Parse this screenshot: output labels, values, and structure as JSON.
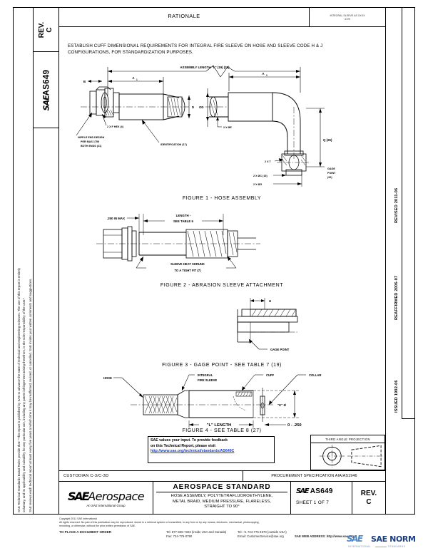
{
  "document": {
    "rev_label": "REV.",
    "rev_value": "C",
    "sidebar_mark": "SAE",
    "sidebar_number": "AS649",
    "rationale_header": "RATIONALE",
    "header_cell_line1": "INTEGRAL SLEEVE AS XXXX",
    "header_cell_line2": "4729",
    "rationale_text": "ESTABLISH CUFF DIMENSIONAL REQUIREMENTS FOR INTEGRAL FIRE SLEEVE ON HOSE AND SLEEVE CODE H & J CONFIGURATIONS, FOR STANDARDIZATION PURPOSES."
  },
  "left_margin": {
    "line1": "SAE Technical Standards Board Rules provide that: \"This report is published by SAE to advance the state of technical and engineering sciences. The use of this report is entirely",
    "line2": "voluntary, and its applicability and suitability for any particular use, including any patent infringement arising therefrom, is the sole responsibility of the user.\"",
    "line3": "SAE reviews each technical report at least every five years at which time it may be reaffirmed, revised, or cancelled. SAE invites your written comments and suggestions."
  },
  "right_margin": {
    "revised": "REVISED 2011-06",
    "reaffirmed": "REAFFIRMED 2006-07",
    "issued": "ISSUED 1992-06"
  },
  "figure1": {
    "caption": "FIGURE 1 - HOSE ASSEMBLY",
    "dim_assembly": "ASSEMBLY LENGTH  \"L\"  (19) (20)",
    "dim_a1": "A",
    "dim_a1_sub": "1",
    "dim_a2": "A",
    "dim_a2_sub": "2",
    "dim_d": "D",
    "dim_od": "OD",
    "dim_q": "Q  (26)",
    "label_2xf": "2 X F HEX (4)",
    "label_nipple": "NIPPLE END DESIGN",
    "label_nipple2": "PER MAS 1759",
    "label_nipple3": "BOTH ENDS  (21)",
    "label_ident": "IDENTIFICATION (17)",
    "label_2xe": "2 X ØE",
    "label_2xt": "2 X T",
    "label_2xc": "2 X ØC  (15)",
    "label_2xg": "2 X ØG",
    "label_gage1": "GAGE",
    "label_gage2": "POINT",
    "label_gage3": "(26)"
  },
  "figure2": {
    "caption": "FIGURE 2 - ABRASION SLEEVE ATTACHMENT",
    "dim_max": ".250 IN MAX",
    "dim_length1": "LENGTH -",
    "dim_length2": "SEE TABLE 6",
    "note1": "SLEEVE HEAT SHRUNK",
    "note2": "TO A TIGHT FIT  (7)"
  },
  "figure3": {
    "caption": "FIGURE 3 - GAGE POINT - SEE TABLE 7 (19)",
    "dim_h": "H",
    "label_gage": "GAGE POINT"
  },
  "figure4": {
    "caption": "FIGURE 4 - SEE TABLE 8 (27)",
    "label_hose": "HOSE",
    "label_sleeve1": "INTEGRAL",
    "label_sleeve2": "FIRE SLEEVE",
    "label_cuff": "CUFF",
    "label_collar": "COLLAR",
    "dim_k": "\"K\" Ø",
    "dim_l": "\"L\" LENGTH",
    "dim_0250": "0 - .250"
  },
  "feedback": {
    "line1": "SAE values your input. To provide feedback",
    "line2": "on this Technical Report, please visit",
    "url": "http://www.sae.org/technical/standards/AS649C"
  },
  "projection": {
    "title": "THIRD ANGLE PROJECTION"
  },
  "custodian": {
    "label": "CUSTODIAN  C-3/C-3D",
    "procurement": "PROCUREMENT SPECIFICATION  AIA/AS1946"
  },
  "title_block": {
    "logo_sae": "SAE",
    "logo_aerospace": "Aerospace",
    "logo_sub": "An SAE International Group",
    "heading": "AEROSPACE STANDARD",
    "sub1": "HOSE ASSEMBLY, POLYTETRAFLUOROETHYLENE,",
    "sub2": "METAL BRAID, MEDIUM PRESSURE, FLARELESS,",
    "sub3": "STRAIGHT TO 90°",
    "doc_mark": "SAE",
    "doc_number": "AS649",
    "sheet": "SHEET 1 OF 7",
    "rev_label": "REV.",
    "rev_value": "C"
  },
  "footer": {
    "copyright": "Copyright 2011  SAE International",
    "rights1": "All rights reserved.  No part of this publication may be reproduced, stored in a retrieval system or transmitted, in any form or by any means, electronic, mechanical, photocopying,",
    "rights2": "recording, or otherwise, without the prior written permission of SAE.",
    "order_label": "TO PLACE A DOCUMENT ORDER",
    "tel_usa": "Tel:  877-606-7323 (inside USA and Canada)",
    "fax": "Fax:  724-776-0790",
    "tel_outside": "Tel:  +1 724-776-4970 (outside USA)",
    "email": "Email:  CustomerService@sae.org",
    "web_label": "SAE WEB ADDRESS:",
    "web_url": "http://www.sae.org"
  },
  "watermark": {
    "sae": "SAE",
    "norm": "SAE NORM",
    "sub1": "INTERNATIONAL",
    "sub2": "STANDARDS"
  },
  "colors": {
    "link": "#1a3fd0",
    "watermark_light": "#3f7fc4",
    "watermark_dark": "#1b3f86",
    "ink": "#000000"
  }
}
